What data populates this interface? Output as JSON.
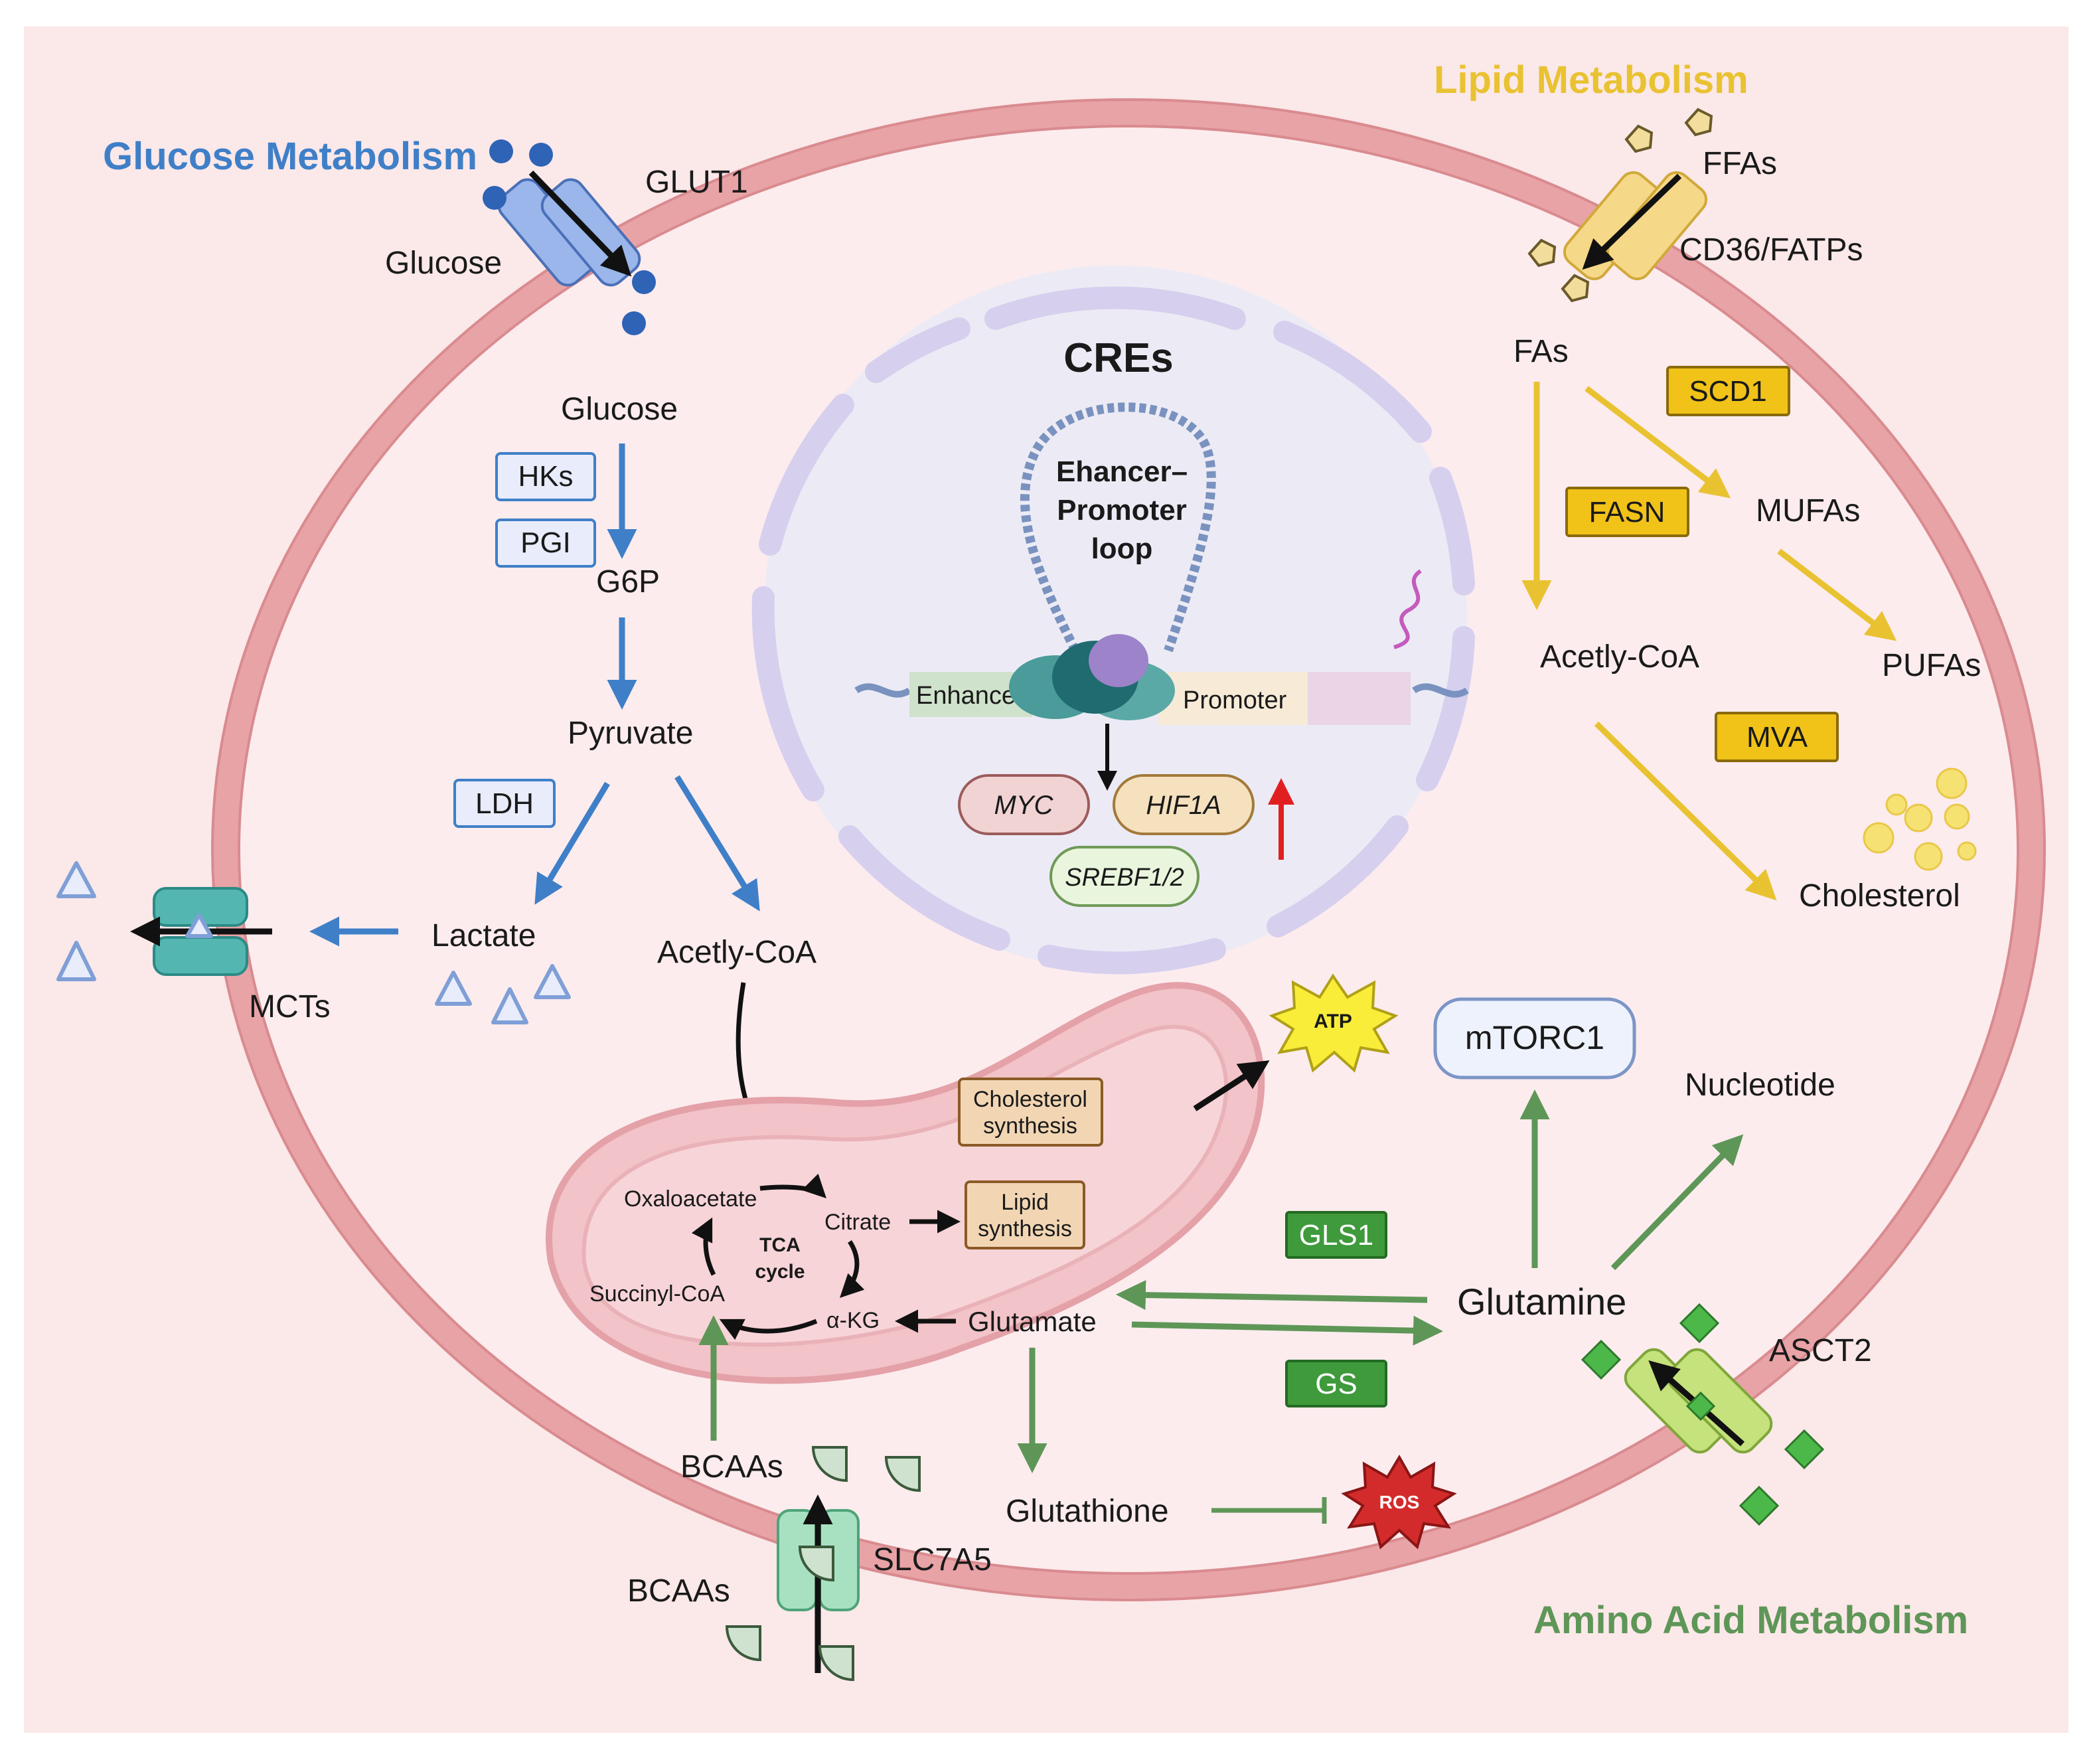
{
  "colors": {
    "background": "#fbe8e9",
    "cell_membrane": "#e8a3a6",
    "nucleus": "#ecebf5",
    "nuclear_envelope": "#d6cfee",
    "glucose_blue": "#3f7fc8",
    "glucose_box_fill": "#e8ecfb",
    "lipid_yellow": "#e9c232",
    "lipid_box_fill": "#f1c218",
    "amino_green": "#5e9657",
    "amino_box_fill": "#3f9a3c",
    "mito_fill": "#f2c3c8",
    "tan_box_fill": "#f2d6b4",
    "red_arrow": "#e02020"
  },
  "titles": {
    "glucose": "Glucose Metabolism",
    "lipid": "Lipid Metabolism",
    "amino": "Amino Acid Metabolism"
  },
  "glucose": {
    "glucose_outside": "Glucose",
    "transporter": "GLUT1",
    "glucose_inside": "Glucose",
    "hks": "HKs",
    "pgi": "PGI",
    "g6p": "G6P",
    "pyruvate": "Pyruvate",
    "ldh": "LDH",
    "lactate": "Lactate",
    "mcts": "MCTs",
    "acetyl_coa": "Acetly-CoA"
  },
  "nucleus": {
    "title": "CREs",
    "loop_line1": "Ehancer–",
    "loop_line2": "Promoter",
    "loop_line3": "loop",
    "enhancer": "Enhancer",
    "promoter": "Promoter",
    "genes": [
      "MYC",
      "HIF1A",
      "SREBF1/2"
    ]
  },
  "lipid": {
    "ffas": "FFAs",
    "transporter": "CD36/FATPs",
    "fas": "FAs",
    "scd1": "SCD1",
    "fasn": "FASN",
    "mufas": "MUFAs",
    "pufas": "PUFAs",
    "acetyl_coa": "Acetly-CoA",
    "mva": "MVA",
    "cholesterol": "Cholesterol"
  },
  "mito": {
    "oxaloacetate": "Oxaloacetate",
    "citrate": "Citrate",
    "tca_line1": "TCA",
    "tca_line2": "cycle",
    "succinyl": "Succinyl-CoA",
    "akg": "α-KG",
    "glutamate": "Glutamate",
    "chol_syn_line1": "Cholesterol",
    "chol_syn_line2": "synthesis",
    "lipid_syn_line1": "Lipid",
    "lipid_syn_line2": "synthesis",
    "atp": "ATP"
  },
  "amino": {
    "mtorc1": "mTORC1",
    "nucleotide": "Nucleotide",
    "gls1": "GLS1",
    "gs": "GS",
    "glutamine": "Glutamine",
    "asct2": "ASCT2",
    "glutathione": "Glutathione",
    "ros": "ROS",
    "bcaas_inside": "BCAAs",
    "bcaas_outside": "BCAAs",
    "slc7a5": "SLC7A5"
  }
}
